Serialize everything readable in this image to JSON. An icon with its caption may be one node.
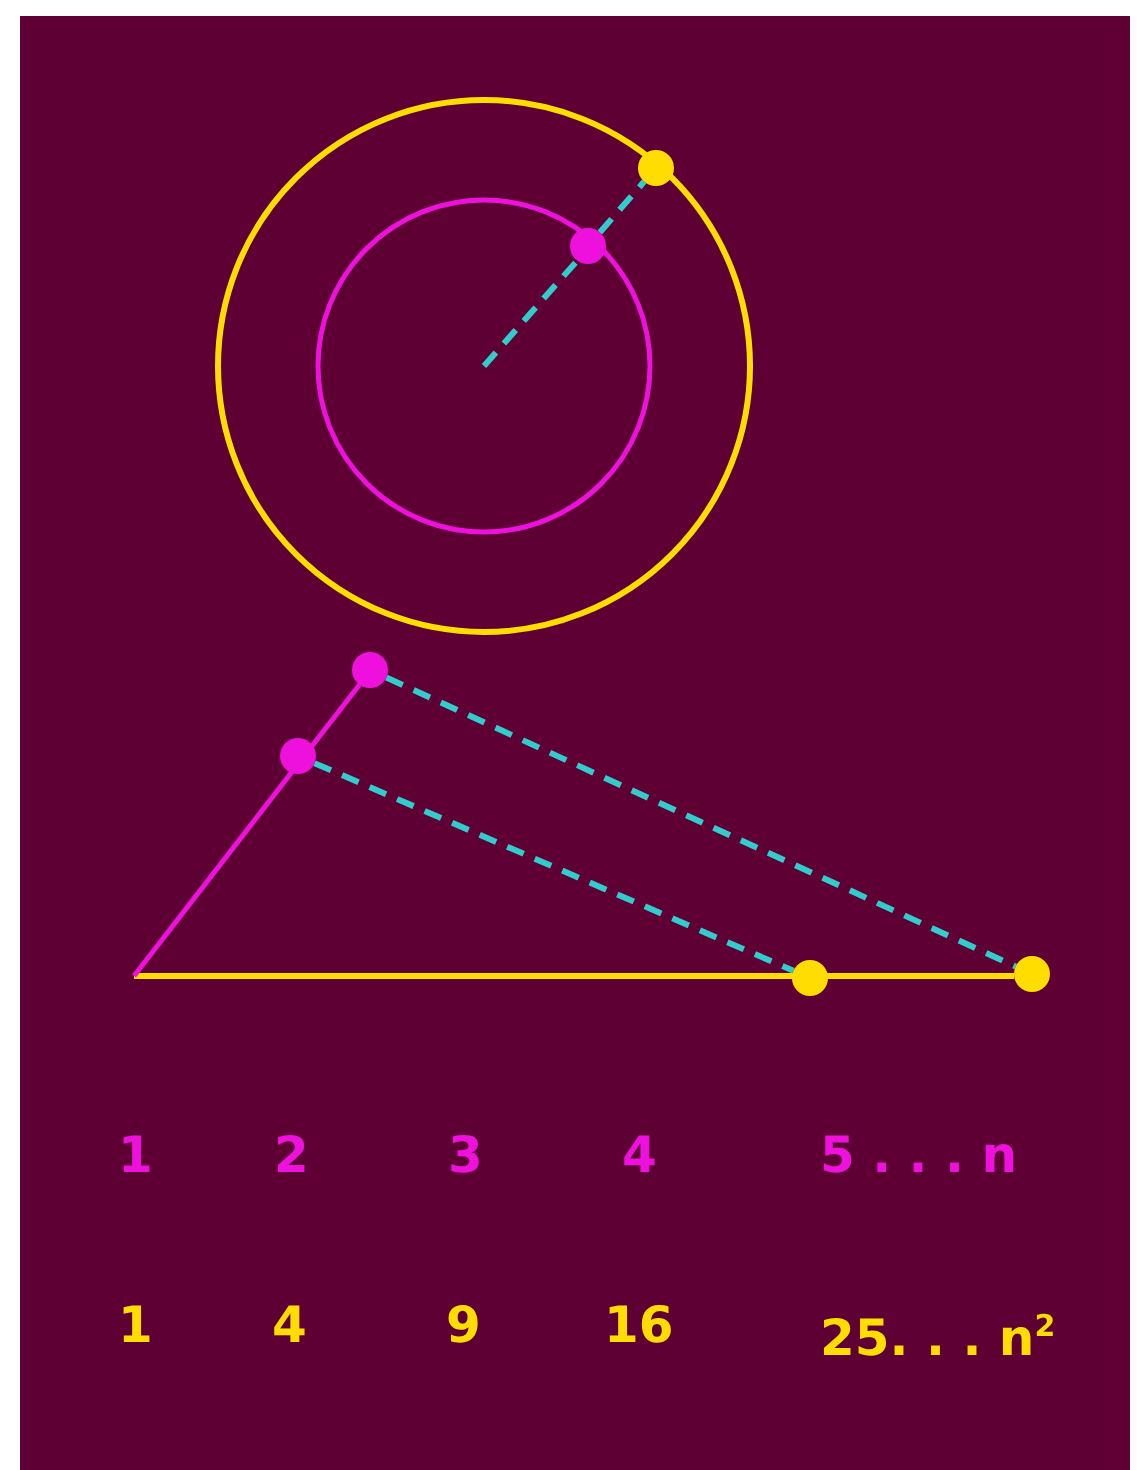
{
  "diagram": {
    "nodes": [
      {
        "text": [],
        "shape": "circle"
      },
      {
        "text": [],
        "shape": "circle"
      },
      {
        "text": [],
        "shape": "circle"
      },
      {
        "text": [],
        "shape": "circle"
      },
      {
        "text": [],
        "shape": "circle"
      },
      {
        "text": [],
        "shape": "circle"
      }
    ],
    "edges": [
      {
        "from": 0,
        "to": 1,
        "arrow": "none",
        "style": "dashed"
      },
      {
        "from": 3,
        "to": 4,
        "arrow": "none",
        "style": "dashed"
      },
      {
        "from": 2,
        "to": 5,
        "arrow": "none",
        "style": "dashed"
      }
    ],
    "labels": [
      "1",
      "2",
      "3",
      "4",
      "5 . . . n",
      "1",
      "4",
      "9",
      "16",
      "25. . . n$^{2}$"
    ]
  }
}
